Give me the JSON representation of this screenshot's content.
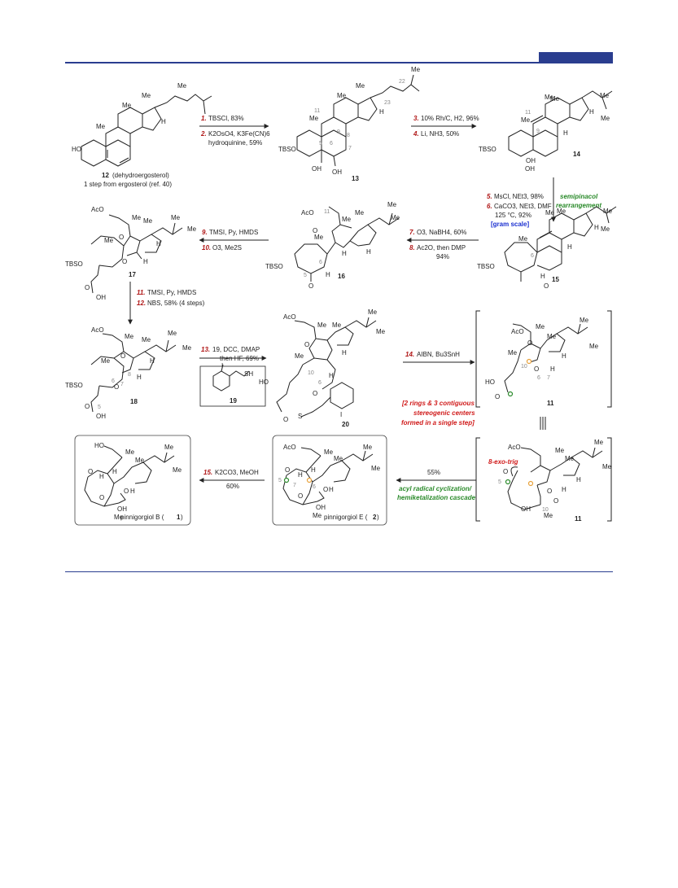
{
  "compounds": {
    "c12": {
      "number": "12",
      "name": "(dehydroergosterol)",
      "note": "1 step from ergosterol (ref. 40)"
    },
    "c13": {
      "number": "13"
    },
    "c14": {
      "number": "14"
    },
    "c15": {
      "number": "15"
    },
    "c16": {
      "number": "16"
    },
    "c17": {
      "number": "17"
    },
    "c18": {
      "number": "18"
    },
    "c19": {
      "number": "19"
    },
    "c20": {
      "number": "20"
    },
    "c11a": {
      "number": "11"
    },
    "c11b": {
      "number": "11"
    },
    "c2": {
      "name": "pinnigorgiol E (",
      "number": "2",
      "close": ")"
    },
    "c1": {
      "name": "pinnigorgiol B (",
      "number": "1",
      "close": ")"
    }
  },
  "steps": {
    "s1": {
      "n": "1.",
      "text": "TBSCl, 83%"
    },
    "s2": {
      "n": "2.",
      "text": "K2OsO4, K3Fe(CN)6"
    },
    "s2b": {
      "text": "hydroquinine, 59%"
    },
    "s3": {
      "n": "3.",
      "text": "10% Rh/C, H2, 96%"
    },
    "s4": {
      "n": "4.",
      "text": "Li, NH3, 50%"
    },
    "s5": {
      "n": "5.",
      "text": "MsCl, NEt3, 98%"
    },
    "s6": {
      "n": "6.",
      "text": "CaCO3, NEt3, DMF"
    },
    "s6b": {
      "text": "125 °C, 92%"
    },
    "s6c": {
      "text": "[gram scale]"
    },
    "s7": {
      "n": "7.",
      "text": "O3, NaBH4, 60%"
    },
    "s8": {
      "n": "8.",
      "text": "Ac2O, then DMP"
    },
    "s8b": {
      "text": "94%"
    },
    "s9": {
      "n": "9.",
      "text": "TMSI, Py, HMDS"
    },
    "s10": {
      "n": "10.",
      "text": "O3, Me2S"
    },
    "s11": {
      "n": "11.",
      "text": "TMSI, Py, HMDS"
    },
    "s12": {
      "n": "12.",
      "text": "NBS, 58% (4 steps)"
    },
    "s13": {
      "n": "13.",
      "text": "19, DCC, DMAP"
    },
    "s13b": {
      "text": "then HF, 69%"
    },
    "s14": {
      "n": "14.",
      "text": "AIBN, Bu3SnH"
    },
    "s15": {
      "n": "15.",
      "text": "K2CO3, MeOH"
    },
    "s15b": {
      "text": "60%"
    },
    "s55": {
      "text": "55%"
    }
  },
  "annotations": {
    "semipinacol1": "semipinacol",
    "semipinacol2": "rearrangement",
    "rings1": "[2 rings & 3 contiguous",
    "rings2": "stereogenic centers",
    "rings3": "formed in a single step]",
    "cascade1": "acyl radical cyclization/",
    "cascade2": "hemiketalization cascade",
    "exotrig": "8-exo-trig"
  },
  "atoms": {
    "me": "Me",
    "h": "H",
    "ho": "HO",
    "oh": "OH",
    "tbso": "TBSO",
    "aco": "AcO",
    "o": "O",
    "s": "S",
    "sh": "SH",
    "i": "I"
  },
  "locants": {
    "l5": "5",
    "l6": "6",
    "l7": "7",
    "l8": "8",
    "l9": "9",
    "l10": "10",
    "l11": "11",
    "l22": "22",
    "l23": "23"
  },
  "colors": {
    "accent_bar": "#2a3d8f",
    "step_number": "#b01717",
    "green": "#2a8a2a",
    "red": "#d01a1a",
    "blue": "#1a2fd0",
    "orange": "#e8a13a"
  }
}
